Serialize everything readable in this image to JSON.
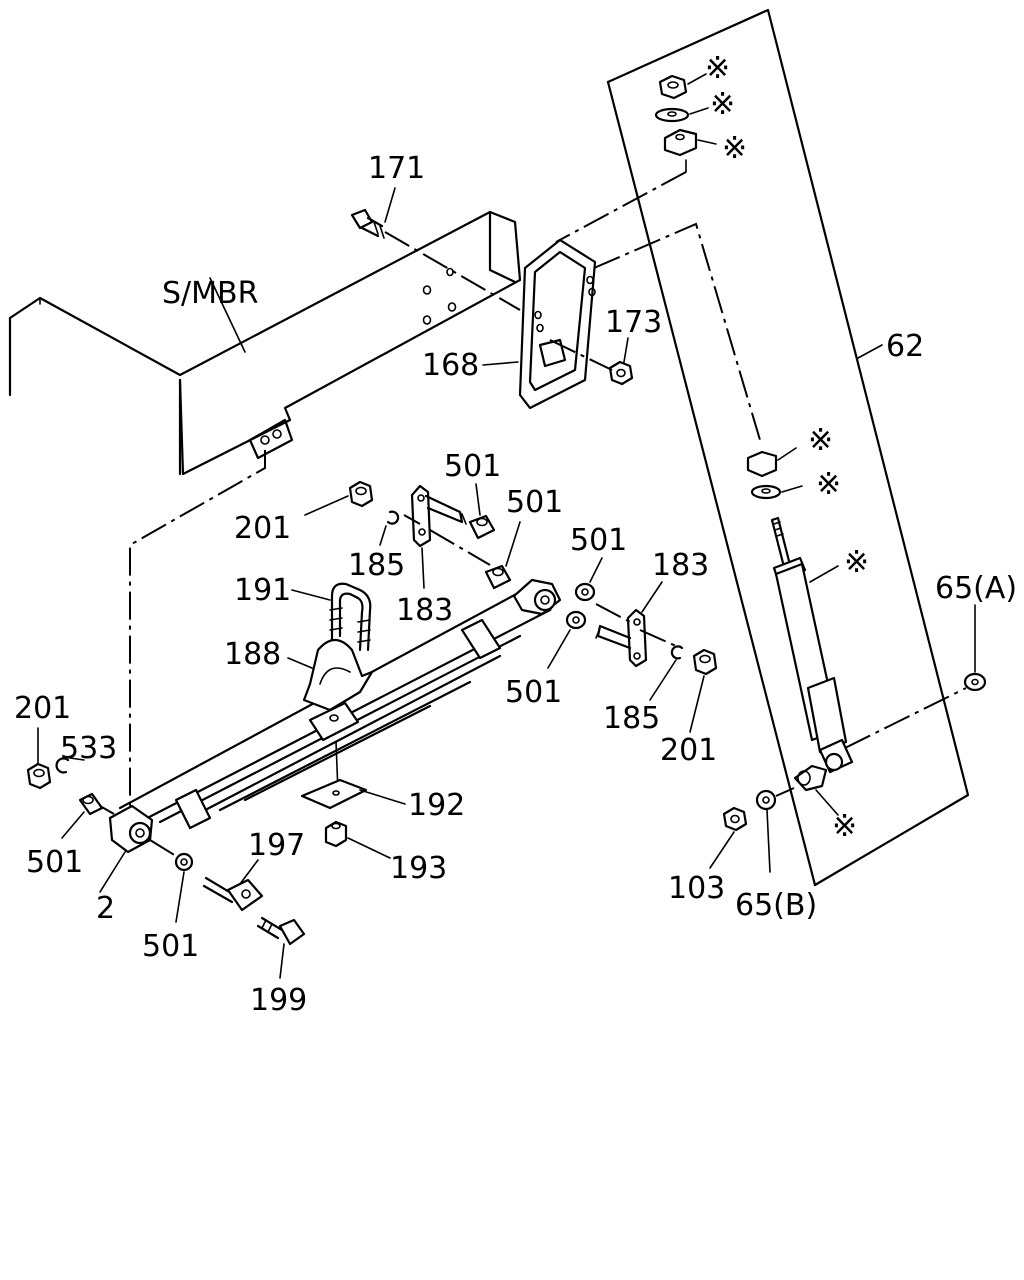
{
  "diagram": {
    "frame_label": "S/MBR",
    "callouts": {
      "p171": "171",
      "p173": "173",
      "p168": "168",
      "p62": "62",
      "p201a": "201",
      "p501a": "501",
      "p501b": "501",
      "p185a": "185",
      "p183a": "183",
      "p191": "191",
      "p501c": "501",
      "p183b": "183",
      "p65a": "65(A)",
      "p188": "188",
      "p501d": "501",
      "p185b": "185",
      "p201b": "201",
      "p201c": "201",
      "p533": "533",
      "p501e": "501",
      "p192": "192",
      "p197": "197",
      "p193": "193",
      "p2": "2",
      "p501f": "501",
      "p103": "103",
      "p65b": "65(B)",
      "p199": "199"
    },
    "asterisk": "※"
  }
}
